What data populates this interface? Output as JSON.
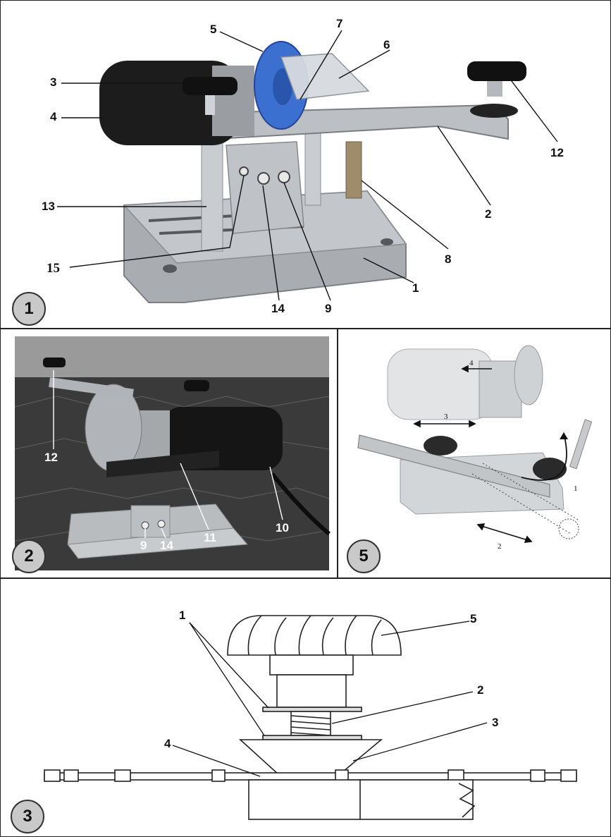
{
  "figures": [
    {
      "badge": "1",
      "callouts": [
        "1",
        "2",
        "3",
        "4",
        "5",
        "6",
        "7",
        "8",
        "9",
        "12",
        "13",
        "14",
        "15"
      ]
    },
    {
      "badge": "2",
      "callouts": [
        "12",
        "11",
        "10",
        "9",
        "14"
      ]
    },
    {
      "badge": "5",
      "callouts": [
        "4",
        "3",
        "1",
        "2"
      ]
    },
    {
      "badge": "3",
      "callouts": [
        "1",
        "2",
        "3",
        "4",
        "5"
      ]
    }
  ],
  "colors": {
    "motor": "#1c1c1c",
    "aluminium": "#b9bcc0",
    "flange_blue": "#3b6fd0",
    "badge_fill": "#c9c9c9"
  }
}
